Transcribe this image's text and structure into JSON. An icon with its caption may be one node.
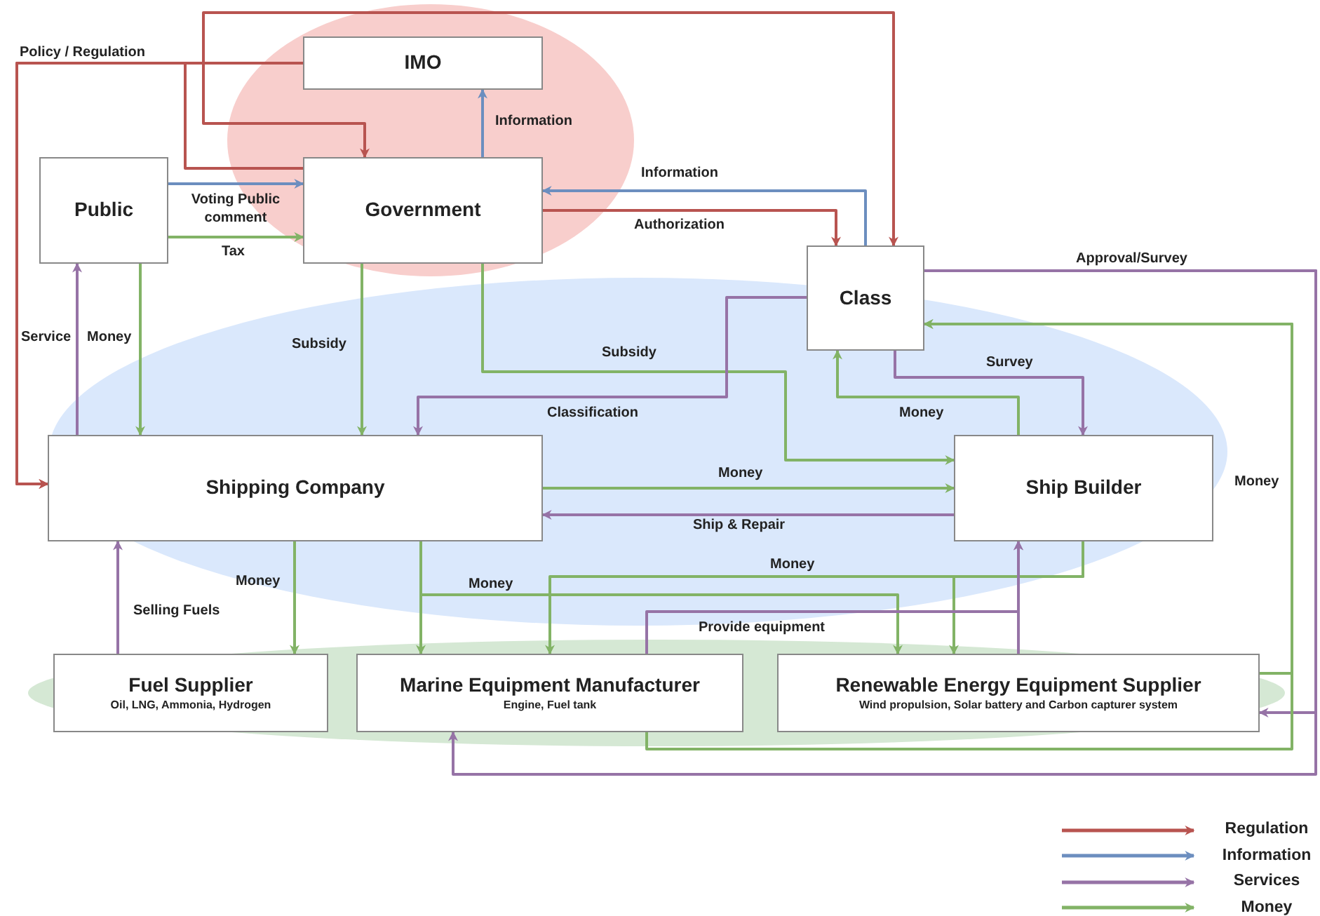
{
  "diagram": {
    "nodes": [
      {
        "text": [
          "IMO"
        ]
      },
      {
        "text": [
          "Public"
        ]
      },
      {
        "text": [
          "Government"
        ]
      },
      {
        "text": [
          "Class"
        ]
      },
      {
        "text": [
          "Shipping Company"
        ]
      },
      {
        "text": [
          "Ship Builder"
        ]
      },
      {
        "text": [
          "Fuel Supplier",
          "Oil, LNG, Ammonia, Hydrogen"
        ]
      },
      {
        "text": [
          "Marine Equipment Manufacturer",
          "Engine, Fuel tank"
        ]
      },
      {
        "text": [
          "Renewable Energy Equipment Supplier",
          "Wind propulsion, Solar battery and Carbon capturer system"
        ]
      }
    ],
    "edges": [
      {
        "from": 0,
        "to": 2,
        "arrow": "to",
        "color": "#b85450"
      },
      {
        "from": 0,
        "to": 3,
        "arrow": "to",
        "color": "#b85450"
      },
      {
        "from": 0,
        "to": 4,
        "arrow": "to",
        "label": "Policy / Regulation",
        "color": "#b85450"
      },
      {
        "from": 2,
        "to": 4,
        "arrow": "to",
        "color": "#b85450"
      },
      {
        "from": 2,
        "to": 0,
        "arrow": "to",
        "label": "Information",
        "color": "#6c8ebf"
      },
      {
        "from": 1,
        "to": 2,
        "arrow": "to",
        "label": "Voting Public comment",
        "color": "#6c8ebf"
      },
      {
        "from": 1,
        "to": 2,
        "arrow": "to",
        "label": "Tax"
      },
      {
        "from": 3,
        "to": 2,
        "arrow": "to",
        "label": "Information",
        "color": "#6c8ebf"
      },
      {
        "from": 2,
        "to": 3,
        "arrow": "to",
        "label": "Authorization",
        "color": "#b85450"
      },
      {
        "from": 1,
        "to": 4,
        "arrow": "to",
        "label": "Money"
      },
      {
        "from": 4,
        "to": 1,
        "arrow": "to",
        "label": "Service",
        "color": "#9673a6"
      },
      {
        "from": 2,
        "to": 4,
        "arrow": "to",
        "label": "Subsidy"
      },
      {
        "from": 2,
        "to": 5,
        "arrow": "to",
        "label": "Subsidy"
      },
      {
        "from": 3,
        "to": 4,
        "arrow": "to",
        "label": "Classification",
        "color": "#9673a6"
      },
      {
        "from": 3,
        "to": 5,
        "arrow": "to",
        "label": "Survey",
        "color": "#9673a6"
      },
      {
        "from": 5,
        "to": 3,
        "arrow": "to",
        "label": "Money"
      },
      {
        "from": 4,
        "to": 5,
        "arrow": "to",
        "label": "Money"
      },
      {
        "from": 5,
        "to": 4,
        "arrow": "to",
        "label": "Ship & Repair",
        "color": "#9673a6"
      },
      {
        "from": 4,
        "to": 6,
        "arrow": "to",
        "label": "Money"
      },
      {
        "from": 6,
        "to": 4,
        "arrow": "to",
        "label": "Selling Fuels",
        "color": "#9673a6"
      },
      {
        "from": 4,
        "to": 7,
        "arrow": "to"
      },
      {
        "from": 4,
        "to": 8,
        "arrow": "to",
        "label": "Money"
      },
      {
        "from": 5,
        "to": 7,
        "arrow": "to",
        "label": "Money"
      },
      {
        "from": 5,
        "to": 8,
        "arrow": "to"
      },
      {
        "from": 7,
        "to": 5,
        "arrow": "to",
        "label": "Provide equipment",
        "color": "#9673a6"
      },
      {
        "from": 8,
        "to": 5,
        "arrow": "to",
        "color": "#9673a6"
      },
      {
        "from": 3,
        "to": 8,
        "arrow": "to",
        "label": "Approval/Survey",
        "color": "#9673a6"
      },
      {
        "from": 3,
        "to": 7,
        "arrow": "to",
        "color": "#9673a6"
      },
      {
        "from": 8,
        "to": 3,
        "arrow": "to",
        "label": "Money"
      },
      {
        "from": 7,
        "to": 3,
        "arrow": "to"
      }
    ],
    "legend": [
      {
        "text": "Regulation",
        "color": "#b85450"
      },
      {
        "text": "Information",
        "color": "#6c8ebf"
      },
      {
        "text": "Services",
        "color": "#9673a6"
      },
      {
        "text": "Money",
        "color": "#82b366"
      }
    ]
  }
}
